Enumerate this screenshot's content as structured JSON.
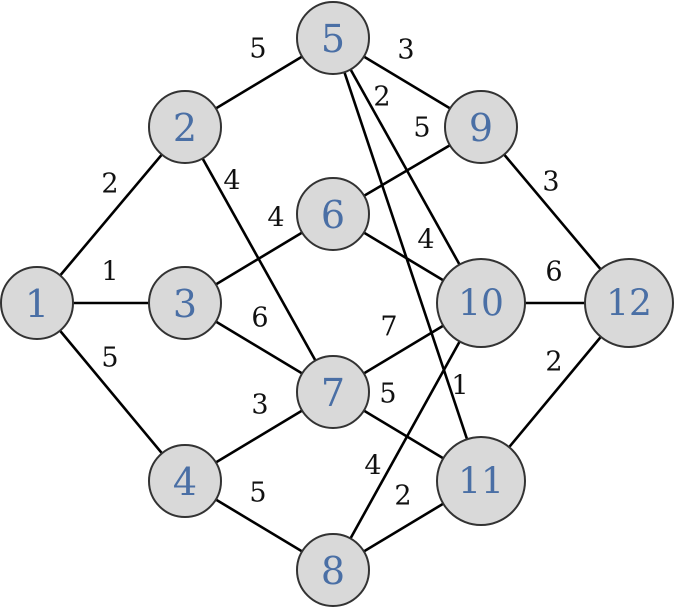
{
  "graph": {
    "colors": {
      "node_fill": "#d9d9d9",
      "node_stroke": "#333333",
      "node_label": "#4a6fa5",
      "edge": "#000000",
      "weight_label": "#111111"
    },
    "nodes": [
      {
        "id": "1",
        "label": "1"
      },
      {
        "id": "2",
        "label": "2"
      },
      {
        "id": "3",
        "label": "3"
      },
      {
        "id": "4",
        "label": "4"
      },
      {
        "id": "5",
        "label": "5"
      },
      {
        "id": "6",
        "label": "6"
      },
      {
        "id": "7",
        "label": "7"
      },
      {
        "id": "8",
        "label": "8"
      },
      {
        "id": "9",
        "label": "9"
      },
      {
        "id": "10",
        "label": "10"
      },
      {
        "id": "11",
        "label": "11"
      },
      {
        "id": "12",
        "label": "12"
      }
    ],
    "edges": [
      {
        "from": "1",
        "to": "2",
        "weight": "2"
      },
      {
        "from": "1",
        "to": "3",
        "weight": "1"
      },
      {
        "from": "1",
        "to": "4",
        "weight": "5"
      },
      {
        "from": "2",
        "to": "5",
        "weight": "5"
      },
      {
        "from": "2",
        "to": "7",
        "weight": "4"
      },
      {
        "from": "3",
        "to": "6",
        "weight": "4"
      },
      {
        "from": "3",
        "to": "7",
        "weight": "6"
      },
      {
        "from": "4",
        "to": "7",
        "weight": "3"
      },
      {
        "from": "4",
        "to": "8",
        "weight": "5"
      },
      {
        "from": "5",
        "to": "9",
        "weight": "3"
      },
      {
        "from": "5",
        "to": "10",
        "weight": "2"
      },
      {
        "from": "5",
        "to": "11",
        "weight": "1"
      },
      {
        "from": "6",
        "to": "9",
        "weight": "5"
      },
      {
        "from": "6",
        "to": "10",
        "weight": "4"
      },
      {
        "from": "7",
        "to": "10",
        "weight": "7"
      },
      {
        "from": "7",
        "to": "11",
        "weight": "5"
      },
      {
        "from": "8",
        "to": "10",
        "weight": "4"
      },
      {
        "from": "8",
        "to": "11",
        "weight": "2"
      },
      {
        "from": "9",
        "to": "12",
        "weight": "3"
      },
      {
        "from": "10",
        "to": "12",
        "weight": "6"
      },
      {
        "from": "11",
        "to": "12",
        "weight": "2"
      }
    ]
  }
}
